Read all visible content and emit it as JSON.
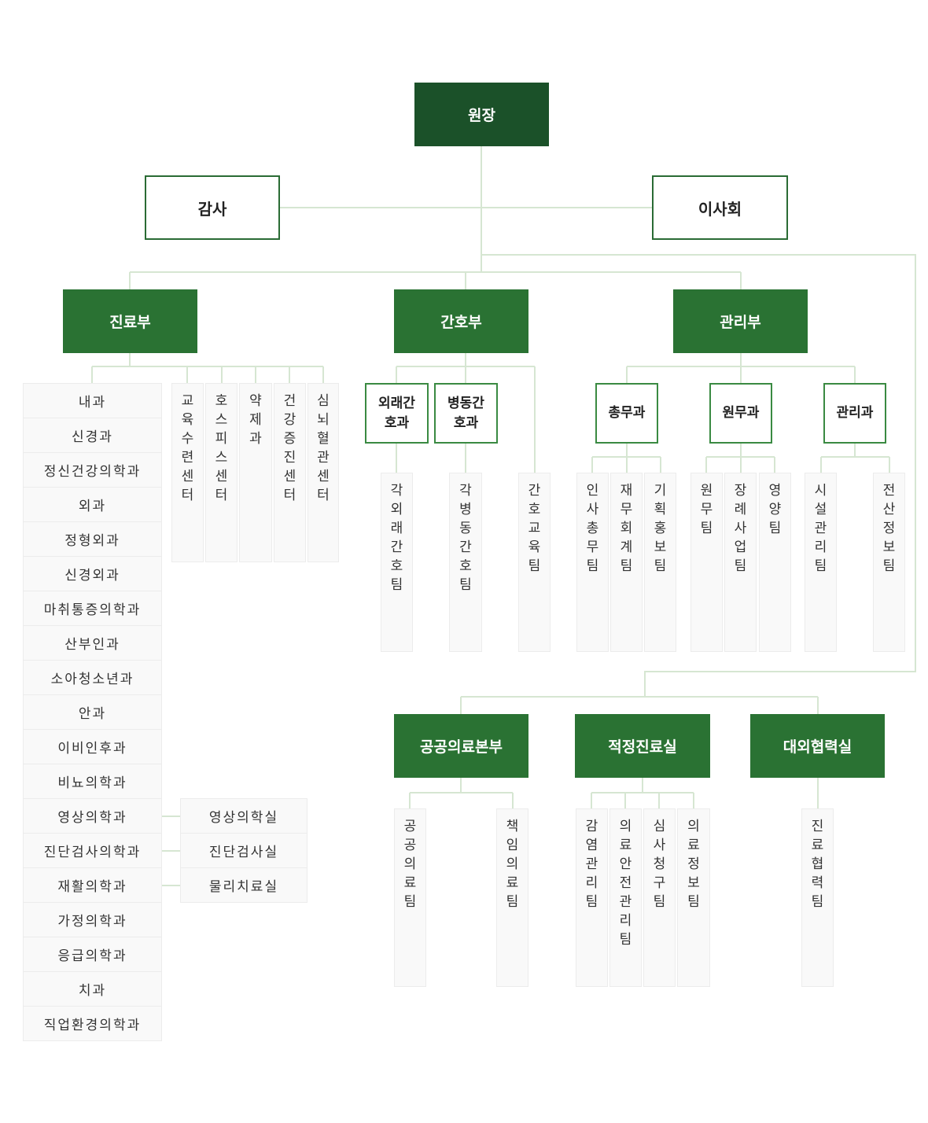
{
  "director": "원장",
  "auditor": "감사",
  "board": "이사회",
  "medical": {
    "name": "진료부",
    "departments": [
      "내과",
      "신경과",
      "정신건강의학과",
      "외과",
      "정형외과",
      "신경외과",
      "마취통증의학과",
      "산부인과",
      "소아청소년과",
      "안과",
      "이비인후과",
      "비뇨의학과",
      "영상의학과",
      "진단검사의학과",
      "재활의학과",
      "가정의학과",
      "응급의학과",
      "치과",
      "직업환경의학과"
    ],
    "centers": [
      "교육수련센터",
      "호스피스센터",
      "약제과",
      "건강증진센터",
      "심뇌혈관센터"
    ],
    "support_rooms": [
      "영상의학실",
      "진단검사실",
      "물리치료실"
    ]
  },
  "nursing": {
    "name": "간호부",
    "sections": [
      "외래간호과",
      "병동간호과"
    ],
    "teams": [
      "각외래간호팀",
      "각병동간호팀",
      "간호교육팀"
    ]
  },
  "admin": {
    "name": "관리부",
    "sections": [
      "총무과",
      "원무과",
      "관리과"
    ],
    "teams_general": [
      "인사총무팀",
      "재무회계팀",
      "기획홍보팀"
    ],
    "teams_patient": [
      "원무팀",
      "장례사업팀",
      "영양팀"
    ],
    "teams_facility": [
      "시설관리팀",
      "전산정보팀"
    ]
  },
  "public": {
    "name": "공공의료본부",
    "teams": [
      "공공의료팀",
      "책임의료팀"
    ]
  },
  "quality": {
    "name": "적정진료실",
    "teams": [
      "감염관리팀",
      "의료안전관리팀",
      "심사청구팀",
      "의료정보팀"
    ]
  },
  "external": {
    "name": "대외협력실",
    "teams": [
      "진료협력팀"
    ]
  },
  "colors": {
    "dark": "#1b5129",
    "green": "#2a7233",
    "line": "#d6e6d2"
  }
}
